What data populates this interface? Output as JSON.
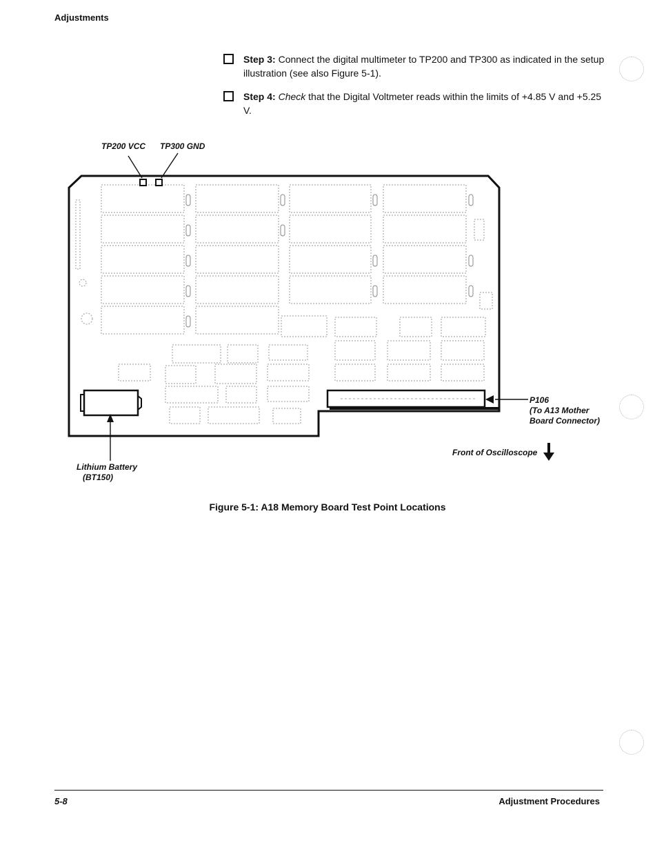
{
  "header": {
    "section": "Adjustments"
  },
  "steps": [
    {
      "label": "Step 3:",
      "text": "Connect the digital multimeter to TP200 and TP300 as indicated in the setup illustration (see also Figure 5-1)."
    },
    {
      "label": "Step 4:",
      "emphasis": "Check",
      "text": " that the Digital Voltmeter reads within the limits of +4.85 V and +5.25 V."
    }
  ],
  "figure": {
    "callouts": {
      "tp200": "TP200 VCC",
      "tp300": "TP300 GND",
      "p106_line1": "P106",
      "p106_line2": "(To A13 Mother",
      "p106_line3": "Board Connector)",
      "front": "Front of Oscilloscope",
      "battery_line1": "Lithium Battery",
      "battery_line2": "(BT150)"
    },
    "title": "Figure 5-1: A18 Memory Board Test Point Locations"
  },
  "footer": {
    "page": "5-8",
    "chapter": "Adjustment Procedures"
  }
}
